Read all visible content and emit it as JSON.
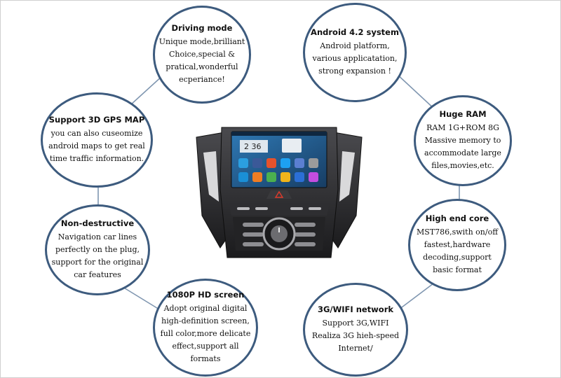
{
  "features": [
    {
      "id": "driving-mode",
      "title": "Driving mode",
      "lines": [
        "Unique mode,brilliant",
        "Choice,special &",
        "pratical,wonderful",
        "ecperiance!"
      ]
    },
    {
      "id": "android",
      "title": "Android 4.2 system",
      "lines": [
        "Android platform,",
        "various applicatation,",
        "strong expansion !"
      ]
    },
    {
      "id": "gps",
      "title": "Support 3D GPS MAP",
      "lines": [
        "you can also cuseomize",
        "android maps to get real",
        "time traffic information."
      ]
    },
    {
      "id": "ram",
      "title": "Huge RAM",
      "lines": [
        "RAM 1G+ROM 8G",
        "Massive memory to",
        "accommodate large",
        "files,movies,etc."
      ]
    },
    {
      "id": "non-destructive",
      "title": "Non-destructive",
      "lines": [
        "Navigation car lines",
        "perfectly on the plug,",
        "support for  the original",
        "car  features"
      ]
    },
    {
      "id": "core",
      "title": "High end core",
      "lines": [
        "MST786,swith on/off",
        "fastest,hardware",
        "decoding,support",
        "basic format"
      ]
    },
    {
      "id": "screen",
      "title": "1080P HD screen",
      "lines": [
        "Adopt original digital",
        "high-definition screen,",
        "full color,more delicate",
        "effect,support all",
        "formats"
      ]
    },
    {
      "id": "network",
      "title": "3G/WIFI network",
      "lines": [
        "Support 3G,WIFI",
        "Realiza 3G hieh-speed",
        "Internet/"
      ]
    }
  ],
  "device": {
    "clock": "2 36"
  },
  "colors": {
    "border": "#3d5b7e",
    "connector": "#7f96b0",
    "bezel": "#2b2b2e",
    "screen": "#1f5a8a"
  }
}
